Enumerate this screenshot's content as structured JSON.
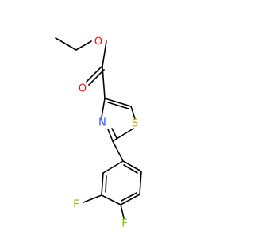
{
  "molecule": {
    "atoms": {
      "o_ether": {
        "label": "O",
        "color": "#ff0d0d"
      },
      "o_carbonyl": {
        "label": "O",
        "color": "#ff0d0d"
      },
      "n_thiazole": {
        "label": "N",
        "color": "#3050f8"
      },
      "s_thiazole": {
        "label": "S",
        "color": "#c6a800"
      },
      "f_meta": {
        "label": "F",
        "color": "#7fbf00"
      },
      "f_para": {
        "label": "F",
        "color": "#7fbf00"
      }
    },
    "bond_color": "#000000"
  }
}
